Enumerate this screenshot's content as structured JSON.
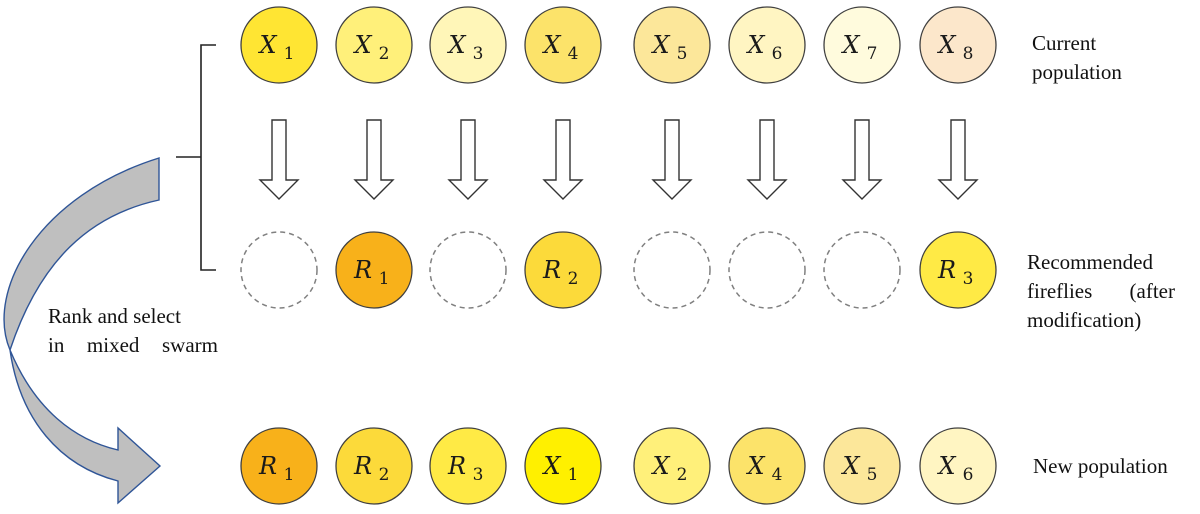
{
  "rows": {
    "current": {
      "nodes": [
        {
          "base": "X",
          "sub": "1",
          "fill": "#FFE533"
        },
        {
          "base": "X",
          "sub": "2",
          "fill": "#FFF07A"
        },
        {
          "base": "X",
          "sub": "3",
          "fill": "#FFF6B8"
        },
        {
          "base": "X",
          "sub": "4",
          "fill": "#FCE36A"
        },
        {
          "base": "X",
          "sub": "5",
          "fill": "#FCE79A"
        },
        {
          "base": "X",
          "sub": "6",
          "fill": "#FFF5C2"
        },
        {
          "base": "X",
          "sub": "7",
          "fill": "#FFFBDD"
        },
        {
          "base": "X",
          "sub": "8",
          "fill": "#FCE7CB"
        }
      ]
    },
    "recommended": {
      "nodes": [
        null,
        {
          "base": "R",
          "sub": "1",
          "fill": "#F8B11A"
        },
        null,
        {
          "base": "R",
          "sub": "2",
          "fill": "#FCDA3A"
        },
        null,
        null,
        null,
        {
          "base": "R",
          "sub": "3",
          "fill": "#FFEA45"
        }
      ]
    },
    "new": {
      "nodes": [
        {
          "base": "R",
          "sub": "1",
          "fill": "#F8B11A"
        },
        {
          "base": "R",
          "sub": "2",
          "fill": "#FCDA3A"
        },
        {
          "base": "R",
          "sub": "3",
          "fill": "#FFEA45"
        },
        {
          "base": "X",
          "sub": "1",
          "fill": "#FFF000"
        },
        {
          "base": "X",
          "sub": "2",
          "fill": "#FFF07A"
        },
        {
          "base": "X",
          "sub": "4",
          "fill": "#FCE36A"
        },
        {
          "base": "X",
          "sub": "5",
          "fill": "#FCE79A"
        },
        {
          "base": "X",
          "sub": "6",
          "fill": "#FFF5C2"
        }
      ]
    }
  },
  "labels": {
    "current": {
      "line1": "Current",
      "line2": "population"
    },
    "recommended": {
      "line1": "Recommended",
      "line2a": "fireflies",
      "line2b": "(after",
      "line3": "modification)"
    },
    "new": "New population",
    "rank": {
      "line1": "Rank and select",
      "line2a": "in",
      "line2b": "mixed",
      "line2c": "swarm"
    }
  },
  "colors": {
    "outline": "#404040",
    "dashed": "#808080",
    "curved_arrow_fill": "#BFBFBF",
    "curved_arrow_stroke": "#2F5597",
    "brace": "#222222"
  }
}
